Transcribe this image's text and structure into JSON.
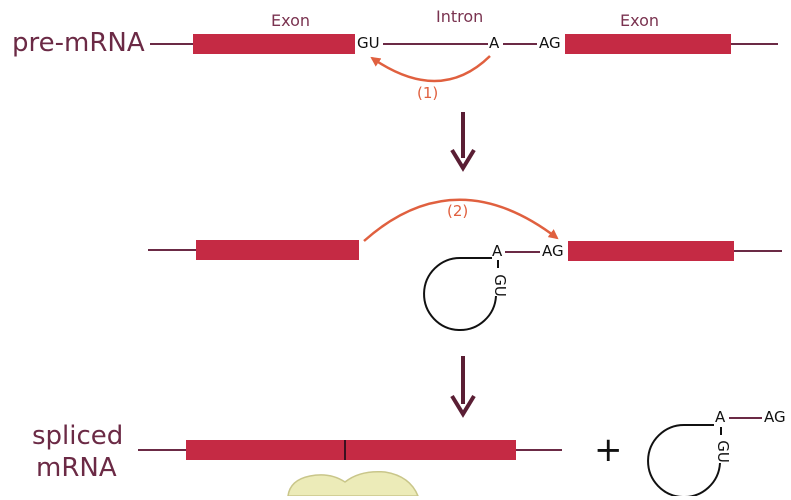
{
  "labels": {
    "pre_mrna": "pre-mRNA",
    "spliced_line1": "spliced",
    "spliced_line2": "mRNA",
    "exon_left": "Exon",
    "intron": "Intron",
    "exon_right": "Exon",
    "step1": "(1)",
    "step2": "(2)",
    "plus": "+"
  },
  "nucleotides": {
    "gu": "GU",
    "a": "A",
    "ag": "AG"
  },
  "colors": {
    "exon": "#c52a44",
    "line": "#6b2a45",
    "arrow_main": "#5a1e34",
    "reaction_arrow": "#e0603f",
    "lariat": "#111111"
  }
}
